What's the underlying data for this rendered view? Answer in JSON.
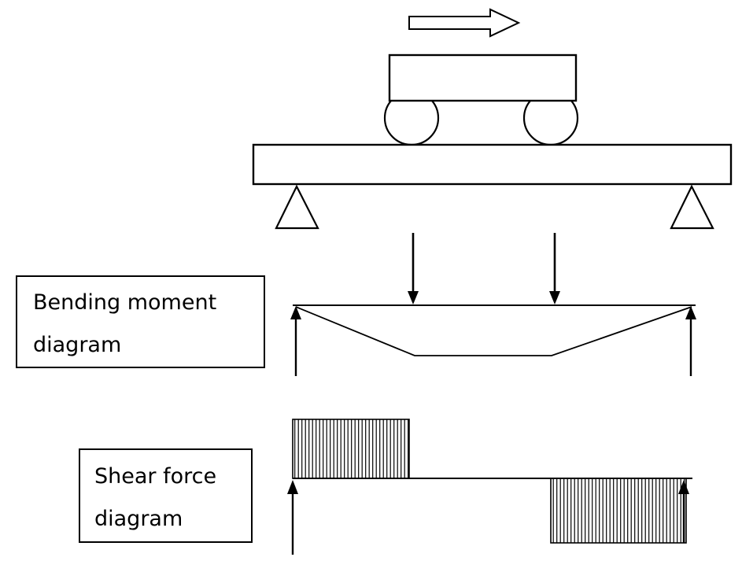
{
  "meta": {
    "background_color": "#ffffff",
    "line_color": "#000000"
  },
  "labels": {
    "bending_moment": {
      "line1": "Bending moment",
      "line2": "diagram"
    },
    "shear_force": {
      "line1": "Shear force",
      "line2": "diagram"
    }
  }
}
